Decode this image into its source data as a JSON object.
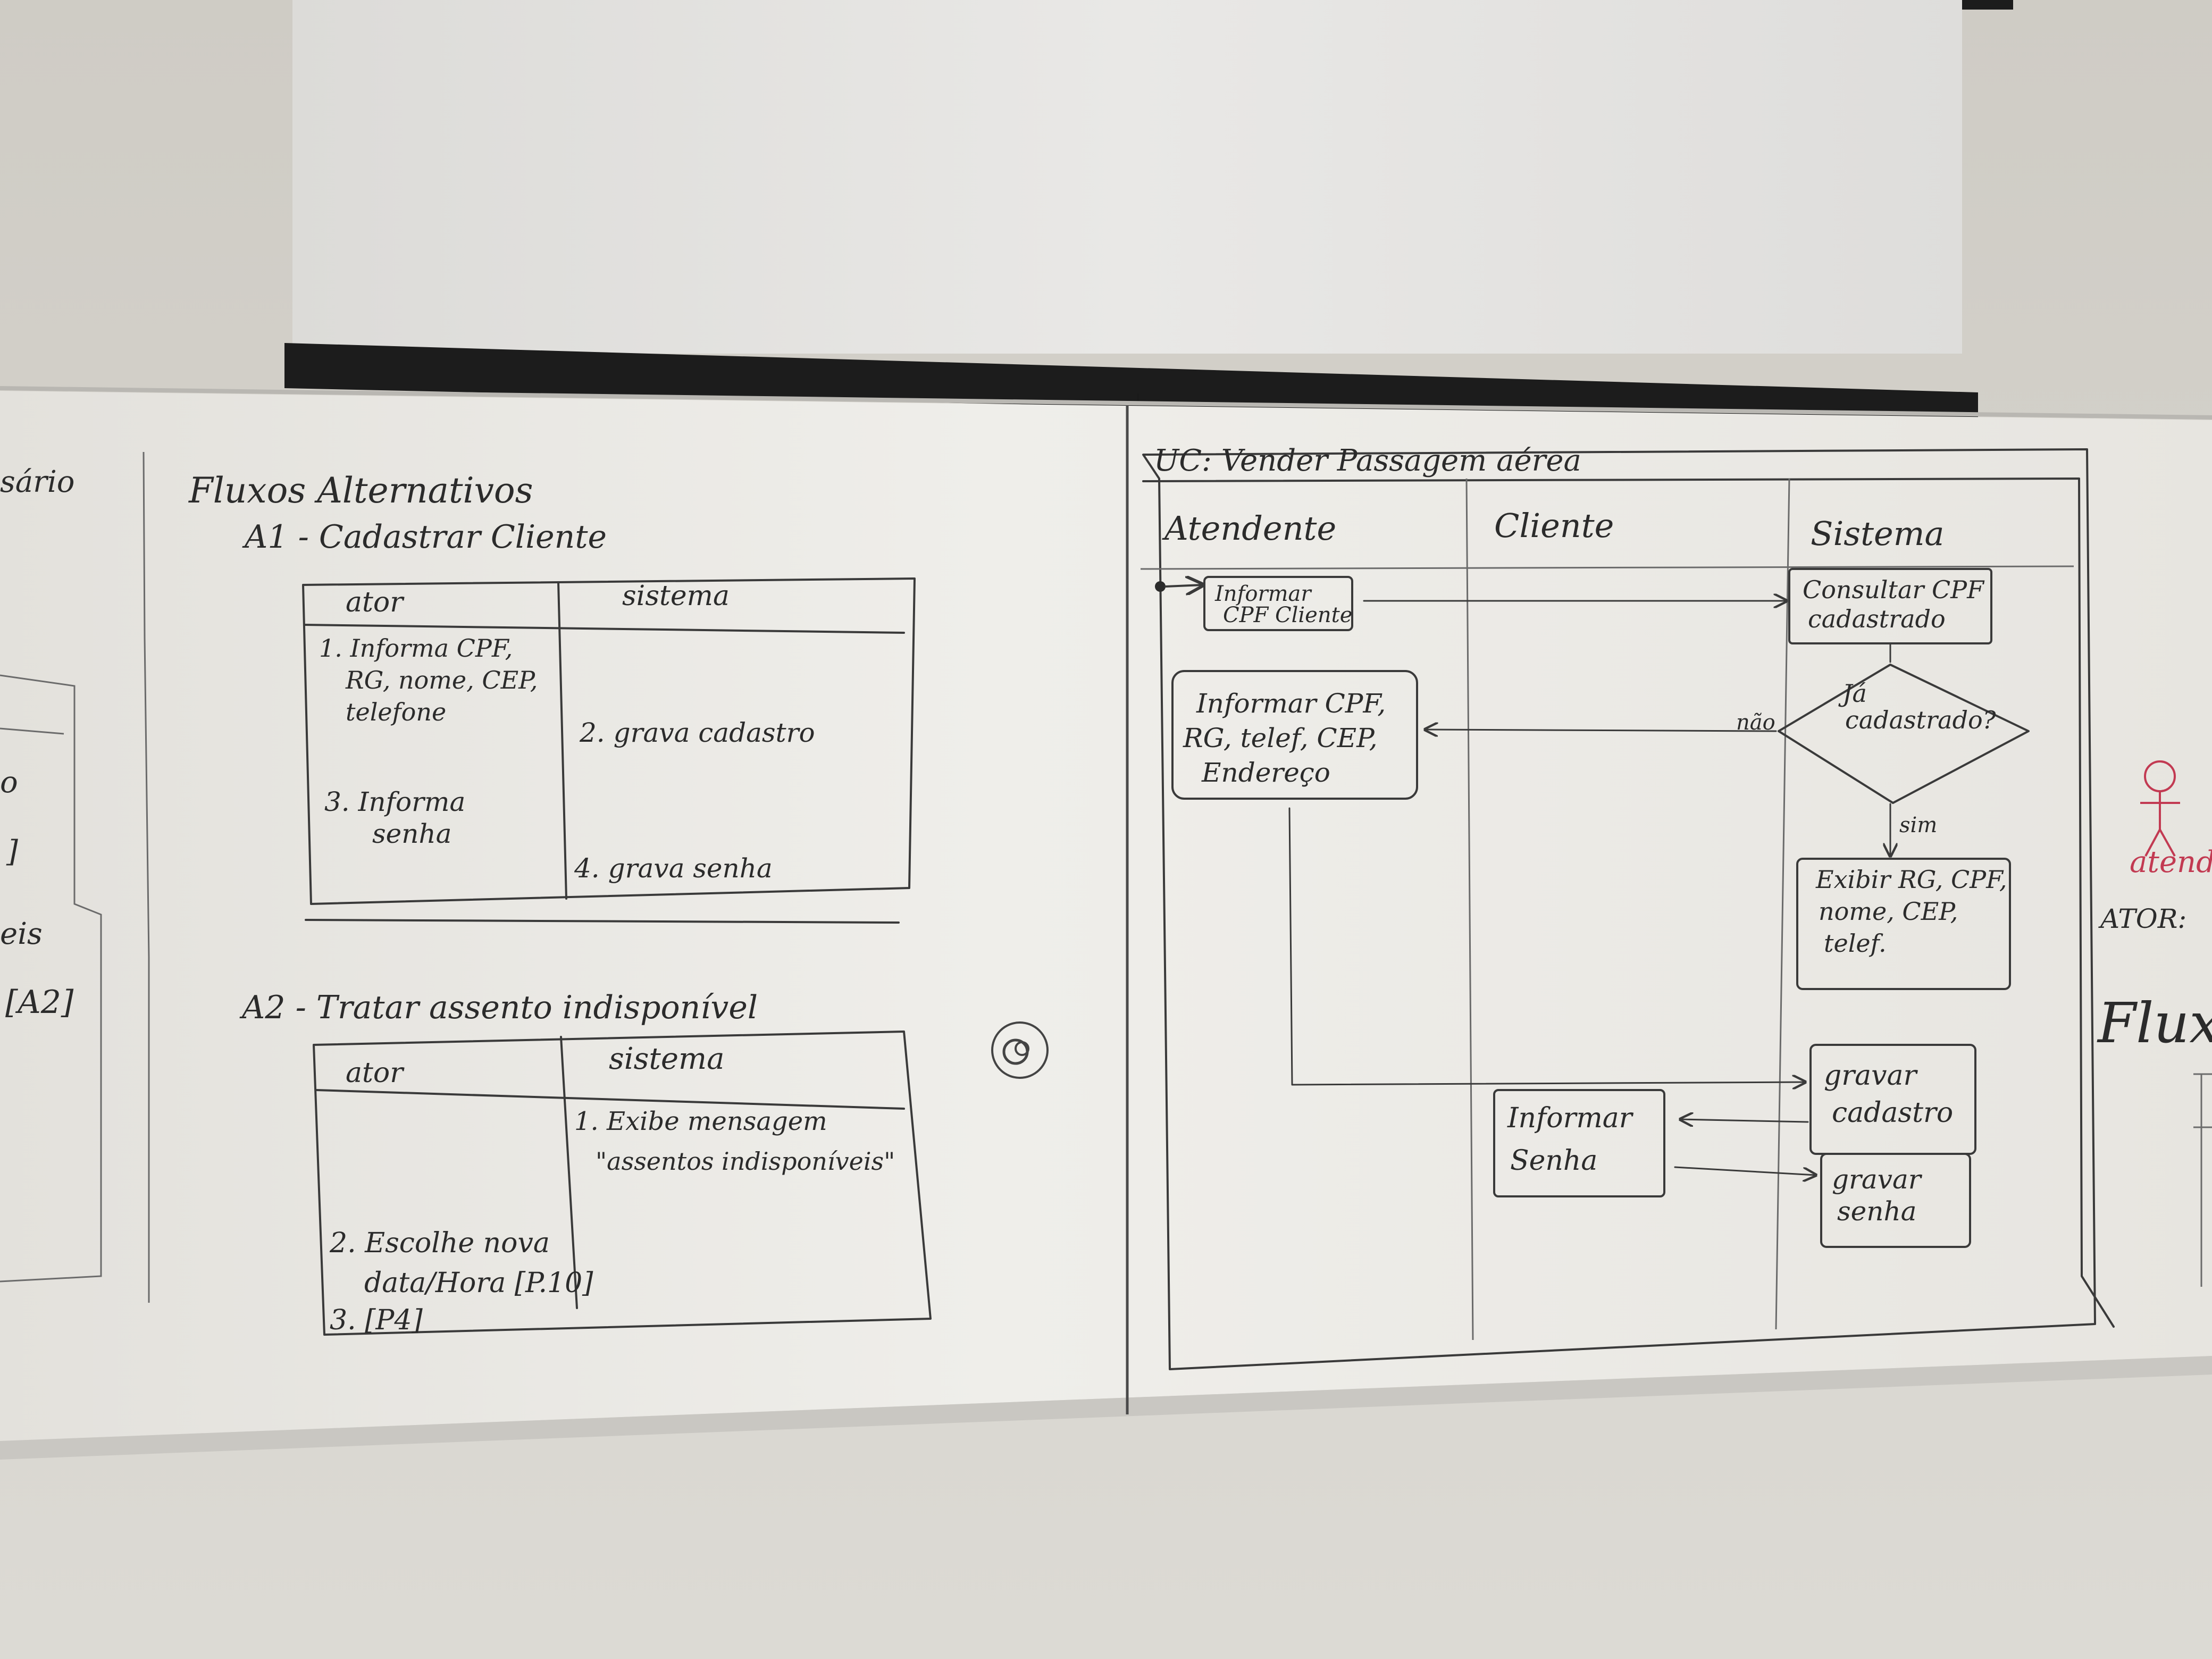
{
  "left_panel": {
    "fragments": [
      "sário",
      "o",
      "]",
      "eis",
      "[A2]"
    ]
  },
  "alt_flows": {
    "heading": "Fluxos Alternativos",
    "a1": {
      "title": "A1 - Cadastrar Cliente",
      "col_actor": "ator",
      "col_system": "sistema",
      "actor_lines": [
        "1. Informa CPF,",
        "RG, nome, CEP,",
        "telefone",
        "3. Informa",
        "senha"
      ],
      "system_lines": [
        "2. grava cadastro",
        "4. grava senha"
      ]
    },
    "a2": {
      "title": "A2 - Tratar assento indisponível",
      "col_actor": "ator",
      "col_system": "sistema",
      "system_lines": [
        "1. Exibe mensagem",
        "\"assentos indisponíveis\""
      ],
      "actor_lines": [
        "2. Escolhe nova",
        "data/Hora [P.10]",
        "3. [P4]"
      ]
    }
  },
  "activity_diagram": {
    "title": "UC: Vender Passagem aérea",
    "lanes": [
      "Atendente",
      "Cliente",
      "Sistema"
    ],
    "nodes": {
      "informar_cpf": [
        "Informar",
        "CPF Cliente"
      ],
      "consultar_cpf": [
        "Consultar CPF",
        "cadastrado"
      ],
      "decision": [
        "Já",
        "cadastrado?"
      ],
      "informar_dados": [
        "Informar CPF,",
        "RG, telef, CEP,",
        "Endereço"
      ],
      "exibir_dados": [
        "Exibir RG, CPF,",
        "nome, CEP,",
        "telef."
      ],
      "gravar_cadastro": [
        "gravar",
        "cadastro"
      ],
      "informar_senha": [
        "Informar",
        "Senha"
      ],
      "gravar_senha": [
        "gravar",
        "senha"
      ]
    },
    "guard_no": "não",
    "guard_yes": "sim"
  },
  "right_edge": {
    "actor_caption": "atend",
    "ator_label": "ATOR:",
    "fluxo_label": "Flux"
  },
  "colors": {
    "wall": "#d9d7d1",
    "whiteboard": "#eceae5",
    "marker_black": "#2b2b2b",
    "marker_red": "#c23a52",
    "screen_case": "#1c1c1c"
  }
}
